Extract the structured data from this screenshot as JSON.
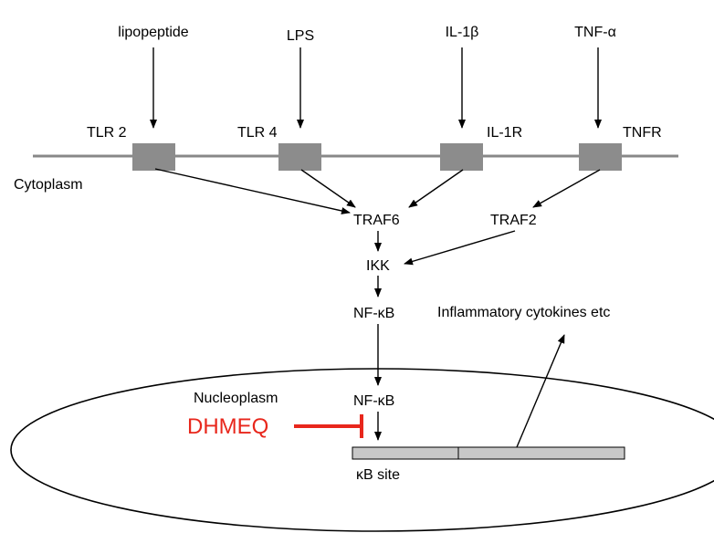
{
  "ligands": {
    "lipopeptide": "lipopeptide",
    "lps": "LPS",
    "il1b": "IL-1β",
    "tnfa": "TNF-α"
  },
  "receptors": {
    "tlr2": "TLR 2",
    "tlr4": "TLR 4",
    "il1r": "IL-1R",
    "tnfr": "TNFR"
  },
  "compartments": {
    "cytoplasm": "Cytoplasm",
    "nucleoplasm": "Nucleoplasm"
  },
  "nodes": {
    "traf6": "TRAF6",
    "traf2": "TRAF2",
    "ikk": "IKK",
    "nfkb_cyto": "NF-κB",
    "nfkb_nuc": "NF-κB",
    "kb_site": "κB site",
    "output": "Inflammatory cytokines etc"
  },
  "inhibitor": {
    "name": "DHMEQ"
  },
  "colors": {
    "membrane": "#888888",
    "receptor": "#8c8c8c",
    "dna": "#c8c8c8",
    "inhibitor": "#e8271c"
  }
}
